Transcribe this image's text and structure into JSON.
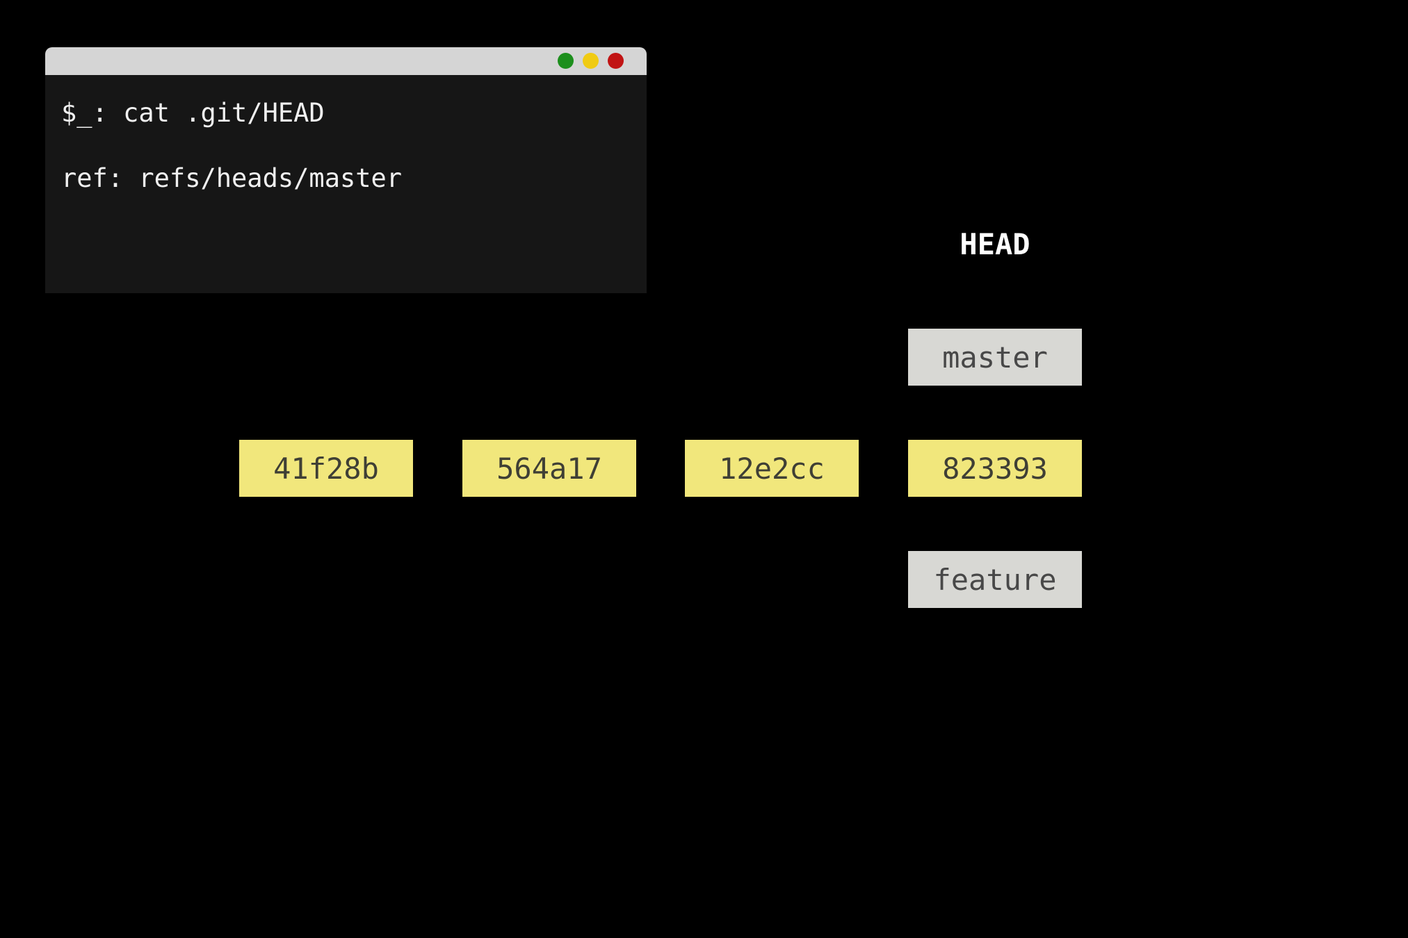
{
  "terminal": {
    "line1": "$_: cat .git/HEAD",
    "line2": "ref: refs/heads/master",
    "buttons": [
      {
        "name": "green",
        "color": "#1d8f1d"
      },
      {
        "name": "yellow",
        "color": "#f0cb13"
      },
      {
        "name": "red",
        "color": "#c11414"
      }
    ]
  },
  "diagram": {
    "head_label": "HEAD",
    "branches": [
      {
        "label": "master"
      },
      {
        "label": "feature"
      }
    ],
    "commits": [
      {
        "id": "41f28b"
      },
      {
        "id": "564a17"
      },
      {
        "id": "12e2cc"
      },
      {
        "id": "823393"
      }
    ]
  },
  "colors": {
    "background": "#000000",
    "terminal_body": "#161616",
    "terminal_titlebar": "#d5d5d5",
    "terminal_text": "#f0f0f0",
    "button_green": "#1d8f1d",
    "button_yellow": "#f0cb13",
    "button_red": "#c11414",
    "commit_box": "#f1e77c",
    "commit_text": "#3f3f35",
    "branch_box": "#d8d8d4",
    "branch_text": "#484848",
    "head_text": "#ffffff"
  }
}
